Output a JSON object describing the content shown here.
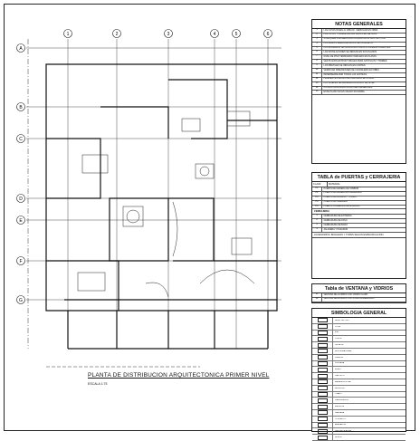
{
  "plan": {
    "title": "PLANTA DE DISTRIBUCION ARQUITECTONICA PRIMER NIVEL",
    "scale": "ESCALA 1:75",
    "axis_top": [
      "1",
      "2",
      "3",
      "4",
      "5",
      "6"
    ],
    "axis_left": [
      "A",
      "B",
      "C",
      "D",
      "E",
      "F",
      "G"
    ]
  },
  "notes": {
    "title": "NOTAS GENERALES",
    "items": [
      {
        "n": "1",
        "text": "LAS COTAS RIGEN AL DIBUJO. VERIFICAR EN OBRA."
      },
      {
        "n": "2",
        "text": "LAS COTAS Y NIVELES ESTAN DADOS EN METROS."
      },
      {
        "n": "3",
        "text": "CUALQUIER DISCREPANCIA CONSULTAR AL PROYECTISTA."
      },
      {
        "n": "4",
        "text": "LOS MUROS SERAN DE BLOCK DE CONCRETO."
      },
      {
        "n": "5",
        "text": "LOS ACABADOS SE INDICAN EN PLANOS CORRESPONDIENTES."
      },
      {
        "n": "6",
        "text": "LAS INSTALACIONES SE INDICAN EN SUS PLANOS."
      },
      {
        "n": "7",
        "text": "NIVEL DE PISO TERMINADO INDICADO EN PLANTA."
      },
      {
        "n": "8",
        "text": "VER PLANOS ESTRUCTURALES PARA CASTILLOS Y TRABES."
      },
      {
        "n": "9",
        "text": "LOS PRETILES SE INDICAN EN CORTES."
      },
      {
        "n": "10",
        "text": "VERIFICAR DIMENSIONES DE CANCELERIA EN OBRA."
      },
      {
        "n": "11",
        "text": "IMPERMEABILIZAR TODAS LAS AZOTEAS."
      },
      {
        "n": "12",
        "text": "PENDIENTES DE AZOTEA INDICADAS EN PLANO."
      },
      {
        "n": "13",
        "text": "LOS NIVELES SE REFIEREN AL BANCO DE NIVEL."
      },
      {
        "n": "14",
        "text": "CONSULTAR ESPECIFICACIONES GENERALES."
      },
      {
        "n": "15",
        "text": "ESTE PLANO NO ES VALIDO SIN FIRMA."
      }
    ]
  },
  "doors": {
    "title": "TABLA de PUERTAS y CERRAJERIA",
    "col_key": "CLAVE",
    "col_material": "MATERIAL",
    "items": [
      {
        "n": "P1",
        "text": "PUERTA DE MADERA DE TAMBOR"
      },
      {
        "n": "P2",
        "text": "PUERTA DE MADERA ENTABLERADA"
      },
      {
        "n": "P3",
        "text": "PUERTA DE ALUMINIO Y VIDRIO"
      },
      {
        "n": "P4",
        "text": "PUERTA DE HERRERIA"
      },
      {
        "n": "P5",
        "text": "PUERTA CORREDIZA DE ALUMINIO"
      }
    ],
    "section": "CERRAJERIA",
    "hardware": [
      {
        "n": "1",
        "text": "CERRADURA DE ENTRADA"
      },
      {
        "n": "2",
        "text": "CERRADURA DE PASO"
      },
      {
        "n": "3",
        "text": "CERRADURA DE BAÑO"
      },
      {
        "n": "4",
        "text": "JALADERA Y PASADOR"
      }
    ],
    "footer": "ACCESORIOS: BISAGRAS Y TOPES SEGUN ESPECIFICACION."
  },
  "windows": {
    "title": "Tabla de VENTANA y VIDRIOS",
    "items": [
      {
        "n": "V1",
        "text": "VENTANA DE ALUMINIO CON VIDRIO CLARO"
      },
      {
        "n": "V2",
        "text": "VENTANA DE ALUMINIO CON VIDRIO ESMERILADO"
      }
    ]
  },
  "symbols": {
    "title": "SIMBOLOGIA GENERAL",
    "items": [
      "NIVEL DE PISO",
      "COTA",
      "EJE",
      "CORTE",
      "DETALLE",
      "INDICA MATERIAL",
      "PUERTA",
      "VENTANA",
      "MURO",
      "CASTILLO",
      "BAJADA PLUVIAL",
      "REGISTRO",
      "TINACO",
      "CALENTADOR",
      "MEDIDOR",
      "LAMPARA",
      "CONTACTO",
      "APAGADOR",
      "SALIDA DE AGUA",
      "NORTE"
    ]
  }
}
